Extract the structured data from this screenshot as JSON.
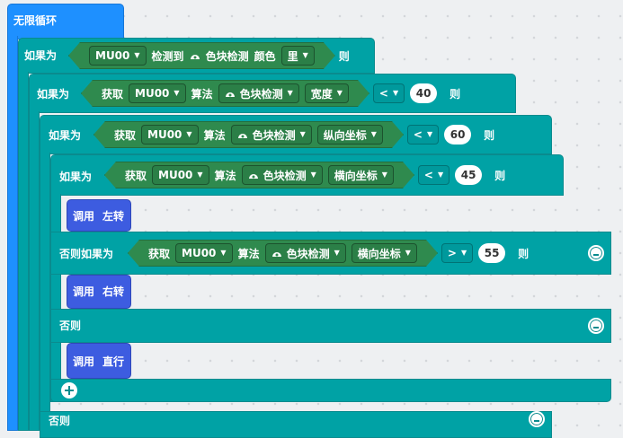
{
  "forever": {
    "label": "无限循环"
  },
  "if_label": "如果为",
  "then_label": "则",
  "else_if_label": "否则如果为",
  "else_label": "否则",
  "get_label": "获取",
  "algorithm_label": "算法",
  "detected_label": "检测到",
  "color_label": "颜色",
  "sensor": "MU00",
  "algo": "色块检测",
  "block1": {
    "color_value": "里"
  },
  "block2": {
    "property": "宽度",
    "operator": "<",
    "value": "40"
  },
  "block3": {
    "property": "纵向坐标",
    "operator": "<",
    "value": "60"
  },
  "block4": {
    "property": "横向坐标",
    "operator": "<",
    "value": "45"
  },
  "block5": {
    "property": "横向坐标",
    "operator": ">",
    "value": "55"
  },
  "call_label": "调用",
  "calls": {
    "left": "左转",
    "right": "右转",
    "straight": "直行"
  }
}
